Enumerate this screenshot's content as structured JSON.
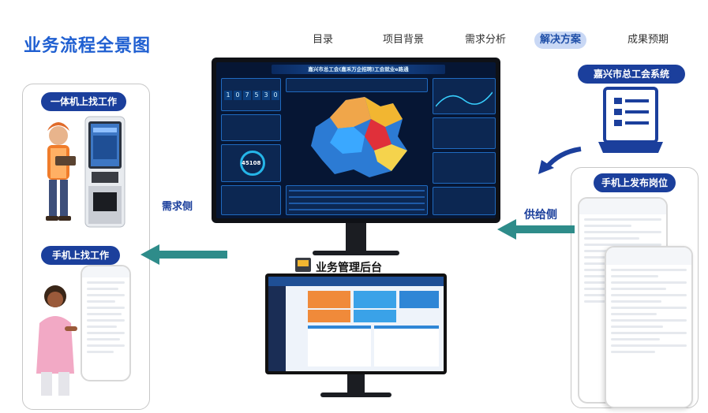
{
  "header": {
    "title": "业务流程全景图",
    "nav": [
      {
        "label": "目录"
      },
      {
        "label": "项目背景"
      },
      {
        "label": "需求分析"
      },
      {
        "label": "解决方案",
        "active": true
      },
      {
        "label": "成果预期"
      }
    ]
  },
  "left": {
    "kiosk_label": "一体机上找工作",
    "phone_label": "手机上找工作",
    "side_label": "需求侧"
  },
  "right": {
    "system_label": "嘉兴市总工会系统",
    "publish_label": "手机上发布岗位",
    "side_label": "供给侧"
  },
  "center": {
    "dashboard_title": "嘉兴市总工会(嘉禾万企招聘)工会就业e路通",
    "dashboard_number": "45108",
    "dashboard_counter": [
      "1",
      "0",
      "7",
      "5",
      "3",
      "0"
    ],
    "backend_label": "业务管理后台"
  },
  "colors": {
    "brand": "#1f5fd1",
    "pill": "#1b3f9c",
    "arrow": "#2e8c8a"
  }
}
